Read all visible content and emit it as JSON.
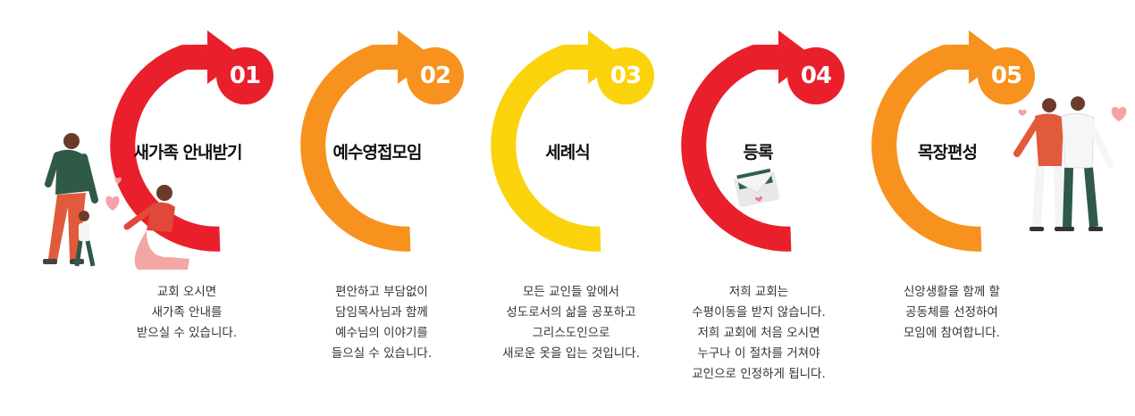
{
  "steps": [
    {
      "number": "01",
      "title": "새가족 안내받기",
      "color": "#ea1f2c",
      "desc": [
        "교회 오시면",
        "새가족 안내를",
        "받으실 수 있습니다."
      ]
    },
    {
      "number": "02",
      "title": "예수영접모임",
      "color": "#f7921e",
      "desc": [
        "편안하고 부담없이",
        "담임목사님과 함께",
        "예수님의 이야기를",
        "들으실 수 있습니다."
      ]
    },
    {
      "number": "03",
      "title": "세례식",
      "color": "#fbd30d",
      "desc": [
        "모든 교인들 앞에서",
        "성도로서의 삶을 공포하고",
        "그리스도인으로",
        "새로운 옷을 입는 것입니다."
      ]
    },
    {
      "number": "04",
      "title": "등록",
      "color": "#ea1f2c",
      "desc": [
        "저희 교회는",
        "수평이동을 받지 않습니다.",
        "저희 교회에 처음 오시면",
        "누구나 이 절차를 거쳐야",
        "교인으로 인정하게 됩니다."
      ]
    },
    {
      "number": "05",
      "title": "목장편성",
      "color": "#f7921e",
      "desc": [
        "신앙생활을 함께 할",
        "공동체를 선정하여",
        "모임에 참여합니다."
      ]
    }
  ],
  "illustrations": {
    "left": "family-playing-icon",
    "envelope": "envelope-heart-icon",
    "right": "couple-hugging-icon"
  }
}
